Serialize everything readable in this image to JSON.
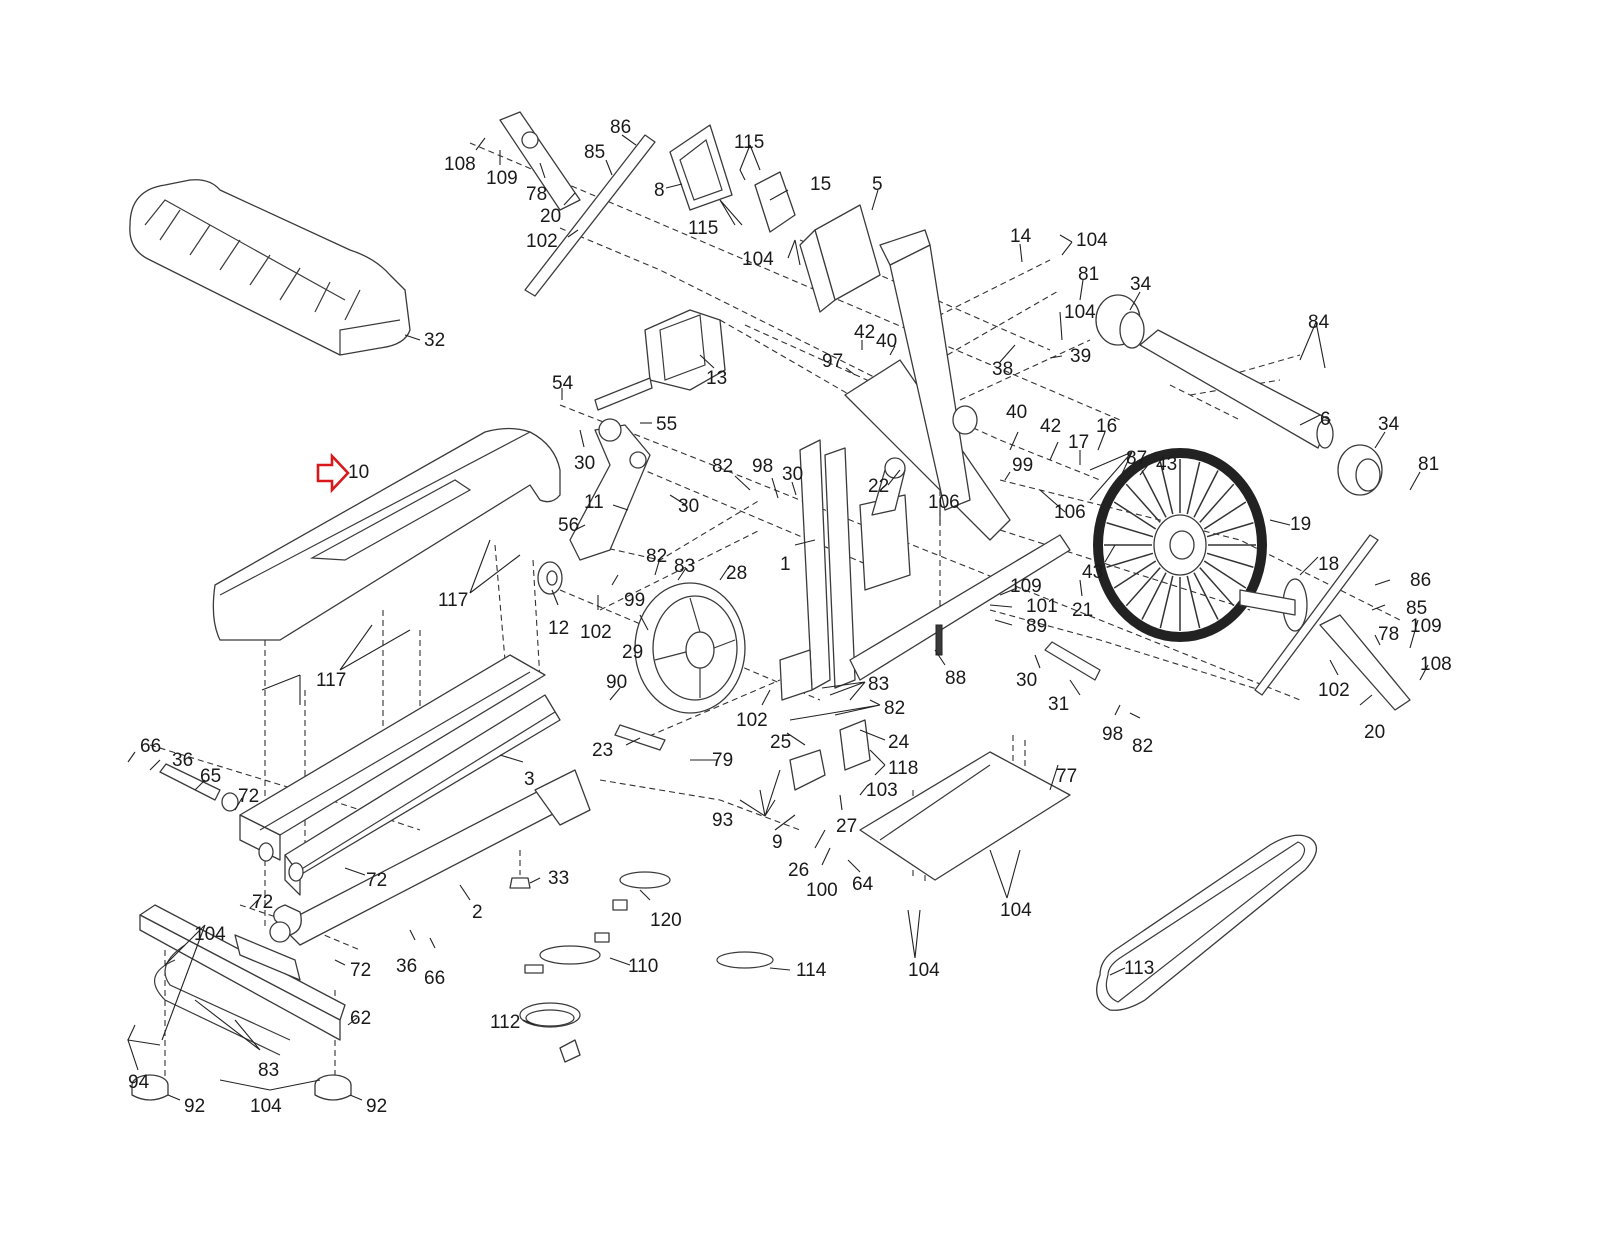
{
  "diagram": {
    "title": "Exploded parts diagram",
    "highlight": {
      "icon": "red-outline-arrow-right",
      "color": "#d7191c",
      "target_part": "10"
    },
    "callouts": [
      {
        "id": "c108a",
        "text": "108"
      },
      {
        "id": "c109a",
        "text": "109"
      },
      {
        "id": "c78a",
        "text": "78"
      },
      {
        "id": "c85a",
        "text": "85"
      },
      {
        "id": "c86a",
        "text": "86"
      },
      {
        "id": "c20a",
        "text": "20"
      },
      {
        "id": "c102a",
        "text": "102"
      },
      {
        "id": "c8",
        "text": "8"
      },
      {
        "id": "c115a",
        "text": "115"
      },
      {
        "id": "c115b",
        "text": "115"
      },
      {
        "id": "c15",
        "text": "15"
      },
      {
        "id": "c5",
        "text": "5"
      },
      {
        "id": "c104a",
        "text": "104"
      },
      {
        "id": "c14",
        "text": "14"
      },
      {
        "id": "c104b",
        "text": "104"
      },
      {
        "id": "c81a",
        "text": "81"
      },
      {
        "id": "c34a",
        "text": "34"
      },
      {
        "id": "c104c",
        "text": "104"
      },
      {
        "id": "c38",
        "text": "38"
      },
      {
        "id": "c39",
        "text": "39"
      },
      {
        "id": "c84",
        "text": "84"
      },
      {
        "id": "c6",
        "text": "6"
      },
      {
        "id": "c34b",
        "text": "34"
      },
      {
        "id": "c81b",
        "text": "81"
      },
      {
        "id": "c32",
        "text": "32"
      },
      {
        "id": "c13",
        "text": "13"
      },
      {
        "id": "c42a",
        "text": "42"
      },
      {
        "id": "c40a",
        "text": "40"
      },
      {
        "id": "c97",
        "text": "97"
      },
      {
        "id": "c54",
        "text": "54"
      },
      {
        "id": "c55",
        "text": "55"
      },
      {
        "id": "c30a",
        "text": "30"
      },
      {
        "id": "c30b",
        "text": "30"
      },
      {
        "id": "c11",
        "text": "11"
      },
      {
        "id": "c82a",
        "text": "82"
      },
      {
        "id": "c98a",
        "text": "98"
      },
      {
        "id": "c30c",
        "text": "30"
      },
      {
        "id": "c10",
        "text": "10"
      },
      {
        "id": "c40b",
        "text": "40"
      },
      {
        "id": "c42b",
        "text": "42"
      },
      {
        "id": "c16",
        "text": "16"
      },
      {
        "id": "c17",
        "text": "17"
      },
      {
        "id": "c87",
        "text": "87"
      },
      {
        "id": "c43a",
        "text": "43"
      },
      {
        "id": "c99a",
        "text": "99"
      },
      {
        "id": "c106a",
        "text": "106"
      },
      {
        "id": "c106b",
        "text": "106"
      },
      {
        "id": "c22",
        "text": "22"
      },
      {
        "id": "c19",
        "text": "19"
      },
      {
        "id": "c43b",
        "text": "43"
      },
      {
        "id": "c21",
        "text": "21"
      },
      {
        "id": "c56",
        "text": "56"
      },
      {
        "id": "c117a",
        "text": "117"
      },
      {
        "id": "c12",
        "text": "12"
      },
      {
        "id": "c82b",
        "text": "82"
      },
      {
        "id": "c83a",
        "text": "83"
      },
      {
        "id": "c28",
        "text": "28"
      },
      {
        "id": "c1",
        "text": "1"
      },
      {
        "id": "c99b",
        "text": "99"
      },
      {
        "id": "c102b",
        "text": "102"
      },
      {
        "id": "c29",
        "text": "29"
      },
      {
        "id": "c109b",
        "text": "109"
      },
      {
        "id": "c101",
        "text": "101"
      },
      {
        "id": "c89",
        "text": "89"
      },
      {
        "id": "c18",
        "text": "18"
      },
      {
        "id": "c86b",
        "text": "86"
      },
      {
        "id": "c85b",
        "text": "85"
      },
      {
        "id": "c78b",
        "text": "78"
      },
      {
        "id": "c109c",
        "text": "109"
      },
      {
        "id": "c108b",
        "text": "108"
      },
      {
        "id": "c102c",
        "text": "102"
      },
      {
        "id": "c20b",
        "text": "20"
      },
      {
        "id": "c117b",
        "text": "117"
      },
      {
        "id": "c88",
        "text": "88"
      },
      {
        "id": "c30d",
        "text": "30"
      },
      {
        "id": "c31",
        "text": "31"
      },
      {
        "id": "c98b",
        "text": "98"
      },
      {
        "id": "c82c",
        "text": "82"
      },
      {
        "id": "c90",
        "text": "90"
      },
      {
        "id": "c83b",
        "text": "83"
      },
      {
        "id": "c82d",
        "text": "82"
      },
      {
        "id": "c102d",
        "text": "102"
      },
      {
        "id": "c24",
        "text": "24"
      },
      {
        "id": "c25",
        "text": "25"
      },
      {
        "id": "c118",
        "text": "118"
      },
      {
        "id": "c23",
        "text": "23"
      },
      {
        "id": "c79",
        "text": "79"
      },
      {
        "id": "c66a",
        "text": "66"
      },
      {
        "id": "c36a",
        "text": "36"
      },
      {
        "id": "c65",
        "text": "65"
      },
      {
        "id": "c72a",
        "text": "72"
      },
      {
        "id": "c3",
        "text": "3"
      },
      {
        "id": "c103",
        "text": "103"
      },
      {
        "id": "c77",
        "text": "77"
      },
      {
        "id": "c93",
        "text": "93"
      },
      {
        "id": "c27",
        "text": "27"
      },
      {
        "id": "c9",
        "text": "9"
      },
      {
        "id": "c26",
        "text": "26"
      },
      {
        "id": "c100",
        "text": "100"
      },
      {
        "id": "c64",
        "text": "64"
      },
      {
        "id": "c72b",
        "text": "72"
      },
      {
        "id": "c33",
        "text": "33"
      },
      {
        "id": "c2",
        "text": "2"
      },
      {
        "id": "c72c",
        "text": "72"
      },
      {
        "id": "c104d",
        "text": "104"
      },
      {
        "id": "c120",
        "text": "120"
      },
      {
        "id": "c104e",
        "text": "104"
      },
      {
        "id": "c104f",
        "text": "104"
      },
      {
        "id": "c36b",
        "text": "36"
      },
      {
        "id": "c66b",
        "text": "66"
      },
      {
        "id": "c72d",
        "text": "72"
      },
      {
        "id": "c110",
        "text": "110"
      },
      {
        "id": "c114",
        "text": "114"
      },
      {
        "id": "c113",
        "text": "113"
      },
      {
        "id": "c62",
        "text": "62"
      },
      {
        "id": "c112",
        "text": "112"
      },
      {
        "id": "c94",
        "text": "94"
      },
      {
        "id": "c83c",
        "text": "83"
      },
      {
        "id": "c104g",
        "text": "104"
      },
      {
        "id": "c92a",
        "text": "92"
      },
      {
        "id": "c92b",
        "text": "92"
      }
    ]
  }
}
